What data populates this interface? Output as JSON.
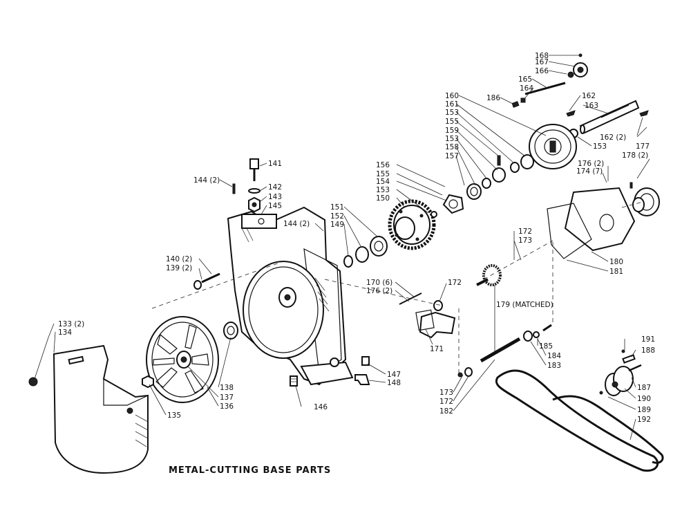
{
  "title": "METAL-CUTTING BASE PARTS",
  "callouts": [
    {
      "id": "168",
      "text": "168"
    },
    {
      "id": "167",
      "text": "167"
    },
    {
      "id": "166",
      "text": "166"
    },
    {
      "id": "165",
      "text": "165"
    },
    {
      "id": "164",
      "text": "164"
    },
    {
      "id": "186",
      "text": "186"
    },
    {
      "id": "160",
      "text": "160"
    },
    {
      "id": "161",
      "text": "161"
    },
    {
      "id": "162a",
      "text": "162"
    },
    {
      "id": "163",
      "text": "163"
    },
    {
      "id": "153a",
      "text": "153"
    },
    {
      "id": "155a",
      "text": "155"
    },
    {
      "id": "159",
      "text": "159"
    },
    {
      "id": "153b",
      "text": "153"
    },
    {
      "id": "158",
      "text": "158"
    },
    {
      "id": "157",
      "text": "157"
    },
    {
      "id": "153c",
      "text": "153"
    },
    {
      "id": "162b",
      "text": "162 (2)"
    },
    {
      "id": "177",
      "text": "177"
    },
    {
      "id": "178",
      "text": "178 (2)"
    },
    {
      "id": "156",
      "text": "156"
    },
    {
      "id": "155b",
      "text": "155"
    },
    {
      "id": "154",
      "text": "154"
    },
    {
      "id": "153d",
      "text": "153"
    },
    {
      "id": "150",
      "text": "150"
    },
    {
      "id": "176a",
      "text": "176 (2)"
    },
    {
      "id": "174",
      "text": "174 (7)"
    },
    {
      "id": "141",
      "text": "141"
    },
    {
      "id": "144a",
      "text": "144 (2)"
    },
    {
      "id": "142",
      "text": "142"
    },
    {
      "id": "143",
      "text": "143"
    },
    {
      "id": "145",
      "text": "145"
    },
    {
      "id": "151",
      "text": "151"
    },
    {
      "id": "152",
      "text": "152"
    },
    {
      "id": "149",
      "text": "149"
    },
    {
      "id": "144b",
      "text": "144 (2)"
    },
    {
      "id": "172a",
      "text": "172"
    },
    {
      "id": "173a",
      "text": "173"
    },
    {
      "id": "140",
      "text": "140 (2)"
    },
    {
      "id": "139",
      "text": "139 (2)"
    },
    {
      "id": "180",
      "text": "180"
    },
    {
      "id": "181",
      "text": "181"
    },
    {
      "id": "170",
      "text": "170 (6)"
    },
    {
      "id": "176b",
      "text": "176 (2)"
    },
    {
      "id": "172b",
      "text": "172"
    },
    {
      "id": "179",
      "text": "179 (MATCHED)"
    },
    {
      "id": "133",
      "text": "133 (2)"
    },
    {
      "id": "134",
      "text": "134"
    },
    {
      "id": "171",
      "text": "171"
    },
    {
      "id": "185",
      "text": "185"
    },
    {
      "id": "184",
      "text": "184"
    },
    {
      "id": "183",
      "text": "183"
    },
    {
      "id": "191",
      "text": "191"
    },
    {
      "id": "188",
      "text": "188"
    },
    {
      "id": "147",
      "text": "147"
    },
    {
      "id": "148",
      "text": "148"
    },
    {
      "id": "138",
      "text": "138"
    },
    {
      "id": "137",
      "text": "137"
    },
    {
      "id": "136",
      "text": "136"
    },
    {
      "id": "146",
      "text": "146"
    },
    {
      "id": "173b",
      "text": "173"
    },
    {
      "id": "172c",
      "text": "172"
    },
    {
      "id": "182",
      "text": "182"
    },
    {
      "id": "187",
      "text": "187"
    },
    {
      "id": "190",
      "text": "190"
    },
    {
      "id": "189",
      "text": "189"
    },
    {
      "id": "192",
      "text": "192"
    },
    {
      "id": "135",
      "text": "135"
    }
  ]
}
